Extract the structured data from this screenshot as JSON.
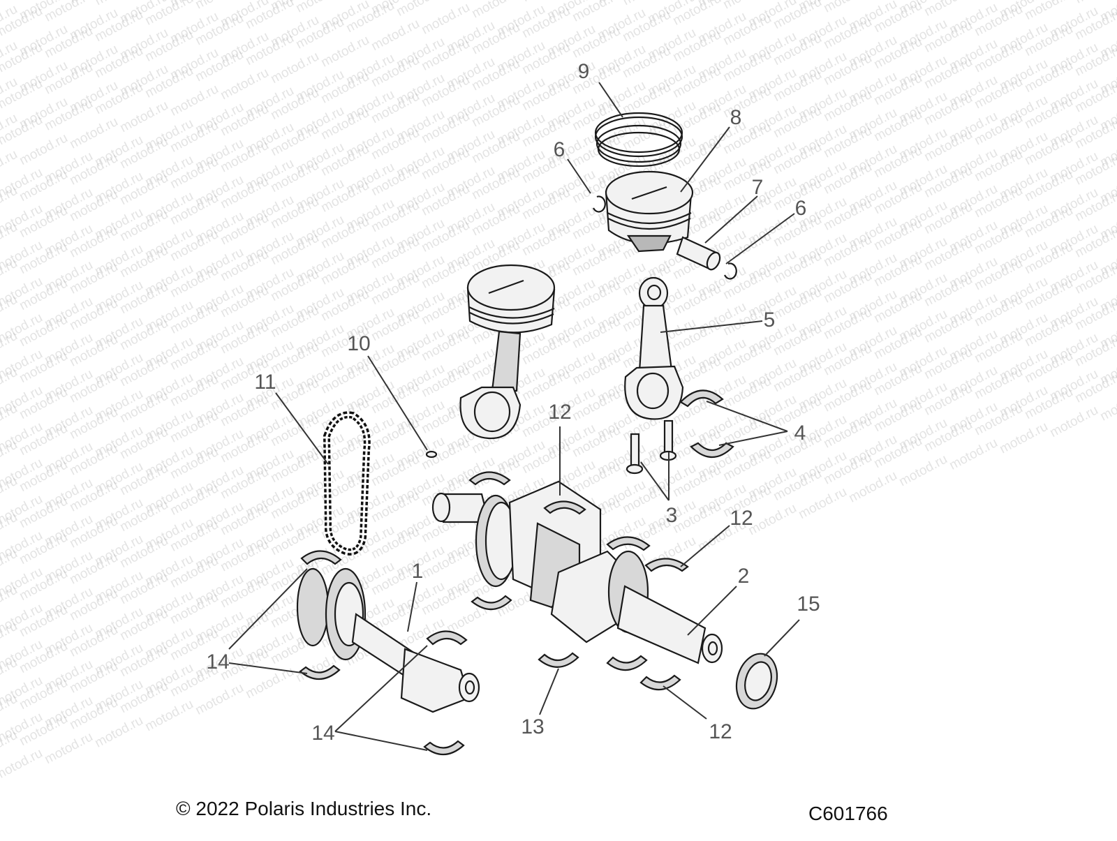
{
  "watermark": {
    "text": "motod.ru"
  },
  "callouts": [
    {
      "id": "c9",
      "label": "9"
    },
    {
      "id": "c8",
      "label": "8"
    },
    {
      "id": "c6a",
      "label": "6"
    },
    {
      "id": "c7",
      "label": "7"
    },
    {
      "id": "c6b",
      "label": "6"
    },
    {
      "id": "c5",
      "label": "5"
    },
    {
      "id": "c10",
      "label": "10"
    },
    {
      "id": "c11",
      "label": "11"
    },
    {
      "id": "c12a",
      "label": "12"
    },
    {
      "id": "c4",
      "label": "4"
    },
    {
      "id": "c3",
      "label": "3"
    },
    {
      "id": "c12b",
      "label": "12"
    },
    {
      "id": "c2",
      "label": "2"
    },
    {
      "id": "c1",
      "label": "1"
    },
    {
      "id": "c15",
      "label": "15"
    },
    {
      "id": "c14a",
      "label": "14"
    },
    {
      "id": "c14b",
      "label": "14"
    },
    {
      "id": "c13",
      "label": "13"
    },
    {
      "id": "c12c",
      "label": "12"
    }
  ],
  "footer": {
    "copyright": "© 2022 Polaris Industries Inc.",
    "figure_id": "C601766"
  }
}
